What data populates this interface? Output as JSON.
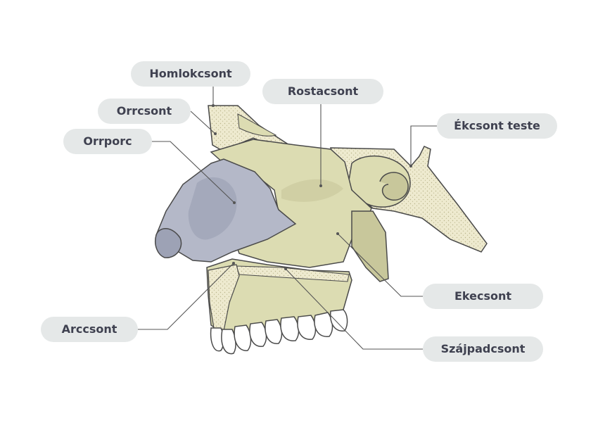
{
  "labels": {
    "homlokcsont": "Homlokcsont",
    "orrcsont": "Orrcsont",
    "orrporc": "Orrporc",
    "rostacsont": "Rostacsont",
    "ekcsont_teste": "Ékcsont teste",
    "ekecsont": "Ekecsont",
    "szajpadcsont": "Szájpadcsont",
    "arccsont": "Arccsont"
  },
  "colors": {
    "background": "#ffffff",
    "label_fill": "#e5e8e8",
    "label_text": "#3f4150",
    "bone": "#dcdcb2",
    "bone_dark": "#c8c79b",
    "bone_spongy": "#eeeacf",
    "cartilage": "#b4b8c8",
    "cartilage_dark": "#9da2b5",
    "teeth": "#ffffff",
    "outline": "#4a4a4a",
    "leader_line": "#555555"
  }
}
